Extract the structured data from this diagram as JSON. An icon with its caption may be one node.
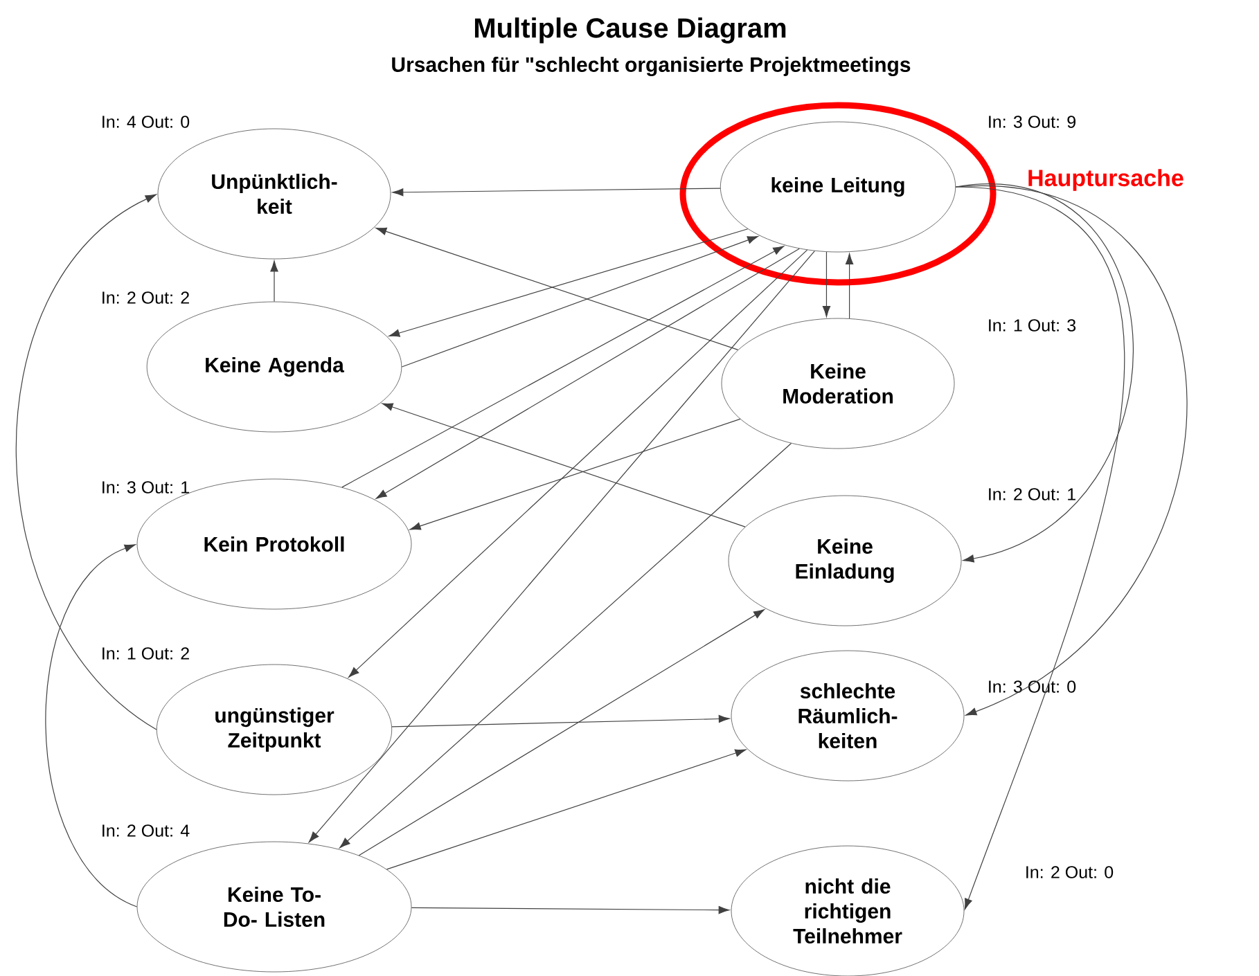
{
  "diagram": {
    "title": "Multiple Cause Diagram",
    "caption": "Ursachen für \"schlecht organisierte Projektmeetings",
    "nodes": [
      {
        "text": [
          "Unpünktlich- keit"
        ],
        "beside": [
          "In: 4 Out: 0"
        ]
      },
      {
        "text": [
          "keine Leitung"
        ],
        "beside": [
          "In: 3 Out: 9"
        ]
      },
      {
        "text": [
          "Keine Agenda"
        ],
        "beside": [
          "In: 2 Out: 2"
        ]
      },
      {
        "text": [
          "Keine Moderation"
        ],
        "beside": [
          "In: 1 Out: 3"
        ]
      },
      {
        "text": [
          "Kein Protokoll"
        ],
        "beside": [
          "In: 3 Out: 1"
        ]
      },
      {
        "text": [
          "Keine Einladung"
        ],
        "beside": [
          "In: 2 Out: 1"
        ]
      },
      {
        "text": [
          "ungünstiger Zeitpunkt"
        ],
        "beside": [
          "In: 1 Out: 2"
        ]
      },
      {
        "text": [
          "schlechte Räumlich- keiten"
        ],
        "beside": [
          "In: 3 Out: 0"
        ]
      },
      {
        "text": [
          "Keine To-Do- Listen"
        ],
        "beside": [
          "In: 2 Out: 4"
        ]
      },
      {
        "text": [
          "nicht die richtigen Teilnehmer"
        ],
        "beside": [
          "In: 2 Out: 0"
        ]
      }
    ],
    "edges": [
      {
        "from": 1,
        "to": 0,
        "arrow": "to"
      },
      {
        "from": 3,
        "to": 0,
        "arrow": "to"
      },
      {
        "from": 2,
        "to": 0,
        "arrow": "to"
      },
      {
        "from": 6,
        "to": 0,
        "arrow": "to"
      },
      {
        "from": 1,
        "to": 3,
        "arrow": "to"
      },
      {
        "from": 3,
        "to": 1,
        "arrow": "to"
      },
      {
        "from": 1,
        "to": 2,
        "arrow": "to"
      },
      {
        "from": 2,
        "to": 1,
        "arrow": "to"
      },
      {
        "from": 4,
        "to": 1,
        "arrow": "to"
      },
      {
        "from": 1,
        "to": 4,
        "arrow": "to"
      },
      {
        "from": 3,
        "to": 4,
        "arrow": "to"
      },
      {
        "from": 5,
        "to": 2,
        "arrow": "to"
      },
      {
        "from": 1,
        "to": 6,
        "arrow": "to"
      },
      {
        "from": 1,
        "to": 8,
        "arrow": "to"
      },
      {
        "from": 3,
        "to": 8,
        "arrow": "to"
      },
      {
        "from": 8,
        "to": 5,
        "arrow": "to"
      },
      {
        "from": 6,
        "to": 7,
        "arrow": "to"
      },
      {
        "from": 8,
        "to": 7,
        "arrow": "to"
      },
      {
        "from": 8,
        "to": 9,
        "arrow": "to"
      },
      {
        "from": 8,
        "to": 4,
        "arrow": "to"
      },
      {
        "from": 1,
        "to": 5,
        "arrow": "to"
      },
      {
        "from": 1,
        "to": 7,
        "arrow": "to"
      },
      {
        "from": 1,
        "to": 9,
        "arrow": "to"
      }
    ],
    "labels": [
      "Hauptursache"
    ]
  }
}
